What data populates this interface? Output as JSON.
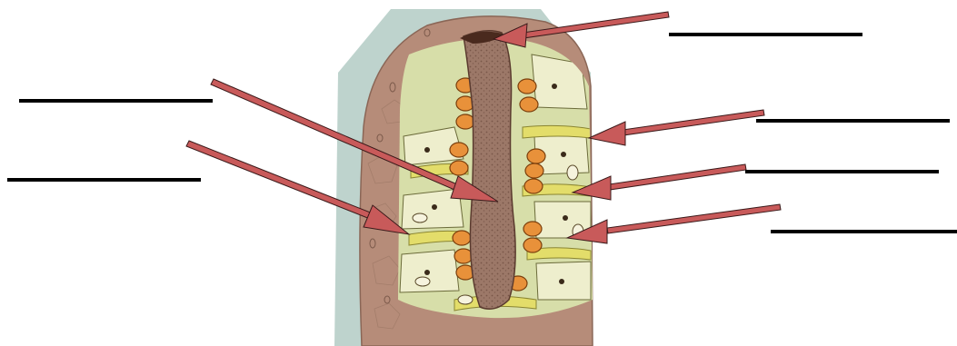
{
  "figure": {
    "subject": "hydra-body-wall-cutaway",
    "background_color": "#bdd2cc",
    "body_color": "#b38b78",
    "ectoderm_color": "#f1f0c8",
    "gastrodermis_color": "#d9e0a8",
    "mesoglea_color": "#e6e070",
    "nematocyst_color": "#e8913a",
    "arrow_color": "#c85a5a"
  },
  "label_blanks": [
    {
      "id": "left-upper",
      "text": ""
    },
    {
      "id": "left-lower",
      "text": ""
    },
    {
      "id": "right-1",
      "text": ""
    },
    {
      "id": "right-2",
      "text": ""
    },
    {
      "id": "right-3",
      "text": ""
    },
    {
      "id": "right-4",
      "text": ""
    }
  ]
}
